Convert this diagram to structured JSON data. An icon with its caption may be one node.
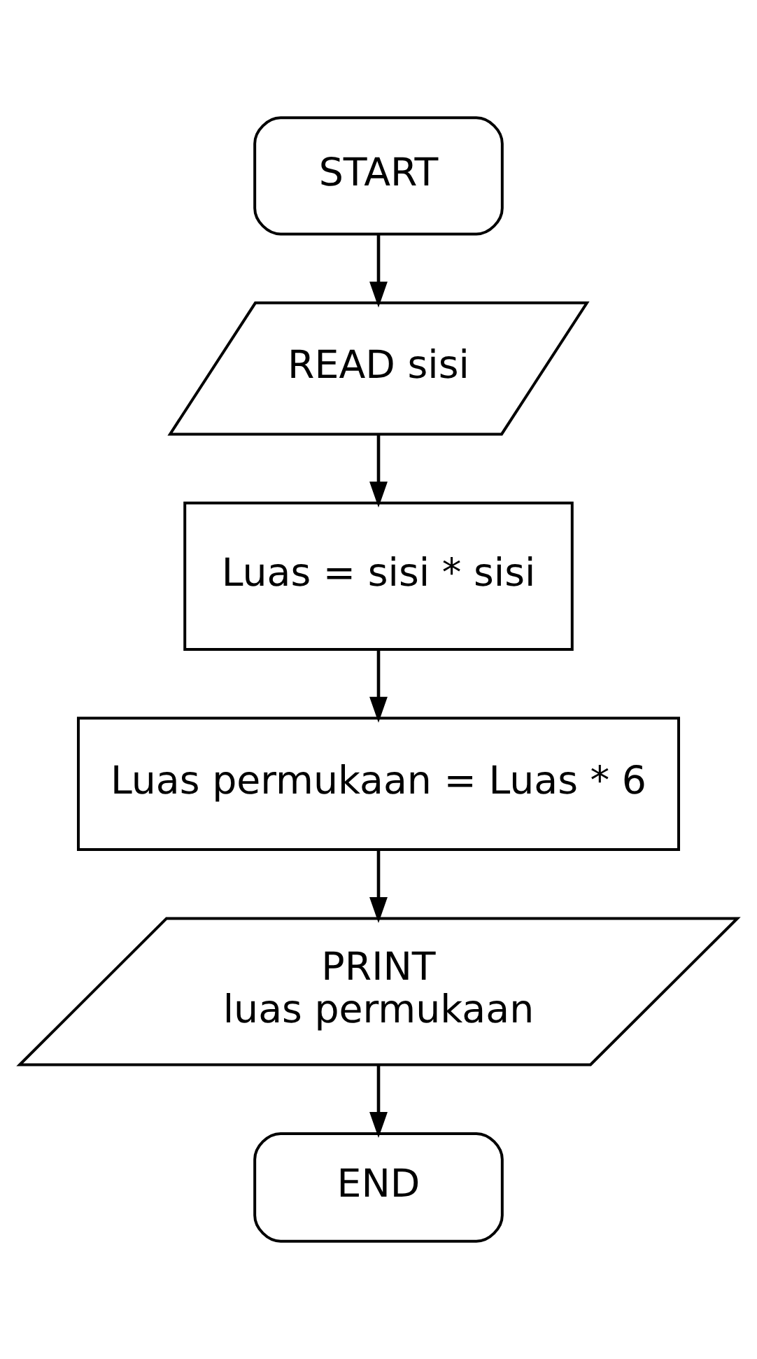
{
  "diagram": {
    "nodes": [
      {
        "text": [
          "START"
        ]
      },
      {
        "text": [
          "READ sisi"
        ]
      },
      {
        "text": [
          "Luas = sisi * sisi"
        ]
      },
      {
        "text": [
          "Luas permukaan = Luas * 6"
        ]
      },
      {
        "text": [
          "PRINT luas permukaan"
        ]
      },
      {
        "text": [
          "END"
        ]
      }
    ],
    "edges": [
      {
        "from": 0,
        "to": 1,
        "arrow": "to"
      },
      {
        "from": 1,
        "to": 2,
        "arrow": "to"
      },
      {
        "from": 2,
        "to": 3,
        "arrow": "to"
      },
      {
        "from": 3,
        "to": 4,
        "arrow": "to"
      },
      {
        "from": 4,
        "to": 5,
        "arrow": "to"
      }
    ]
  }
}
